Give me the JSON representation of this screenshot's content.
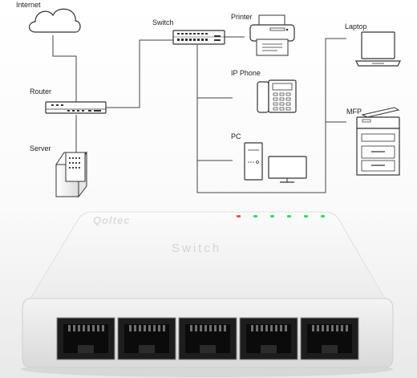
{
  "diagram": {
    "labels": {
      "internet": "Internet",
      "router": "Router",
      "server": "Server",
      "switch": "Switch",
      "printer": "Printer",
      "ip_phone": "IP Phone",
      "pc": "PC",
      "laptop": "Laptop",
      "mfp": "MFP"
    }
  },
  "product": {
    "brand": "Qoltec",
    "device_label": "Switch",
    "port_count": 5,
    "led_colors": [
      "#ff4d4d",
      "#38d66b",
      "#38d66b",
      "#38d66b",
      "#38d66b",
      "#38d66b"
    ]
  }
}
